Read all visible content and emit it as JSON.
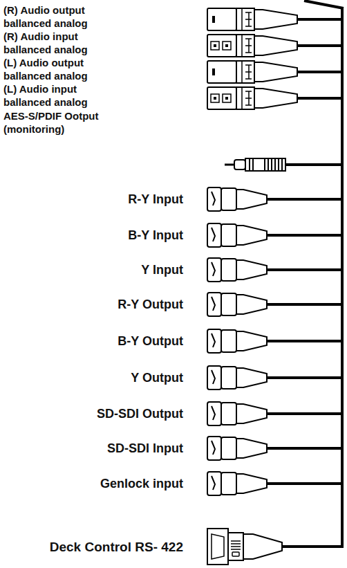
{
  "diagram": {
    "labels": [
      "(R) Audio output ballanced analog",
      "(R) Audio input ballanced analog",
      "(L) Audio output ballanced analog",
      "(L) Audio input ballanced analog",
      "AES-S/PDIF Ootput (monitoring)",
      "R-Y Input",
      "B-Y Input",
      "Y Input",
      "R-Y Output",
      "B-Y Output",
      "Y Output",
      "SD-SDI Output",
      "SD-SDI Input",
      "Genlock input",
      "Deck Control RS- 422"
    ]
  }
}
